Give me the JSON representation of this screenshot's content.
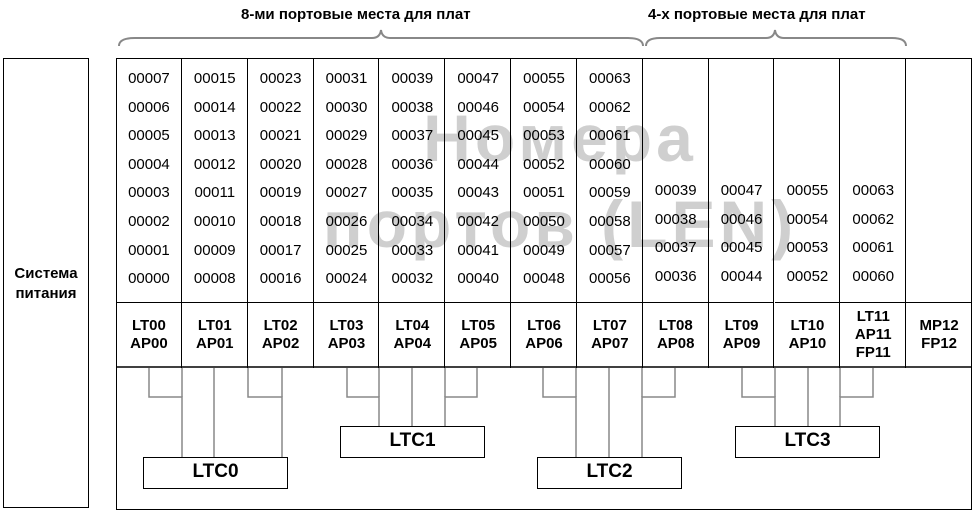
{
  "header": {
    "group8": "8-ми портовые места для плат",
    "group4": "4-х портовые места для плат"
  },
  "power": {
    "label_line1": "Система",
    "label_line2": "питания"
  },
  "watermark": {
    "line1": "Номера",
    "line2": "портов (LEN)"
  },
  "slots": [
    {
      "name": [
        "LT00",
        "AP00"
      ],
      "ports": [
        "00007",
        "00006",
        "00005",
        "00004",
        "00003",
        "00002",
        "00001",
        "00000"
      ]
    },
    {
      "name": [
        "LT01",
        "AP01"
      ],
      "ports": [
        "00015",
        "00014",
        "00013",
        "00012",
        "00011",
        "00010",
        "00009",
        "00008"
      ]
    },
    {
      "name": [
        "LT02",
        "AP02"
      ],
      "ports": [
        "00023",
        "00022",
        "00021",
        "00020",
        "00019",
        "00018",
        "00017",
        "00016"
      ]
    },
    {
      "name": [
        "LT03",
        "AP03"
      ],
      "ports": [
        "00031",
        "00030",
        "00029",
        "00028",
        "00027",
        "00026",
        "00025",
        "00024"
      ]
    },
    {
      "name": [
        "LT04",
        "AP04"
      ],
      "ports": [
        "00039",
        "00038",
        "00037",
        "00036",
        "00035",
        "00034",
        "00033",
        "00032"
      ]
    },
    {
      "name": [
        "LT05",
        "AP05"
      ],
      "ports": [
        "00047",
        "00046",
        "00045",
        "00044",
        "00043",
        "00042",
        "00041",
        "00040"
      ]
    },
    {
      "name": [
        "LT06",
        "AP06"
      ],
      "ports": [
        "00055",
        "00054",
        "00053",
        "00052",
        "00051",
        "00050",
        "00049",
        "00048"
      ]
    },
    {
      "name": [
        "LT07",
        "AP07"
      ],
      "ports": [
        "00063",
        "00062",
        "00061",
        "00060",
        "00059",
        "00058",
        "00057",
        "00056"
      ]
    },
    {
      "name": [
        "LT08",
        "AP08"
      ],
      "ports": [
        "00039",
        "00038",
        "00037",
        "00036"
      ]
    },
    {
      "name": [
        "LT09",
        "AP09"
      ],
      "ports": [
        "00047",
        "00046",
        "00045",
        "00044"
      ]
    },
    {
      "name": [
        "LT10",
        "AP10"
      ],
      "ports": [
        "00055",
        "00054",
        "00053",
        "00052"
      ]
    },
    {
      "name": [
        "LT11",
        "AP11",
        "FP11"
      ],
      "ports": [
        "00063",
        "00062",
        "00061",
        "00060"
      ]
    },
    {
      "name": [
        "MP12",
        "FP12"
      ],
      "ports": []
    }
  ],
  "controllers": [
    "LTC0",
    "LTC1",
    "LTC2",
    "LTC3"
  ]
}
